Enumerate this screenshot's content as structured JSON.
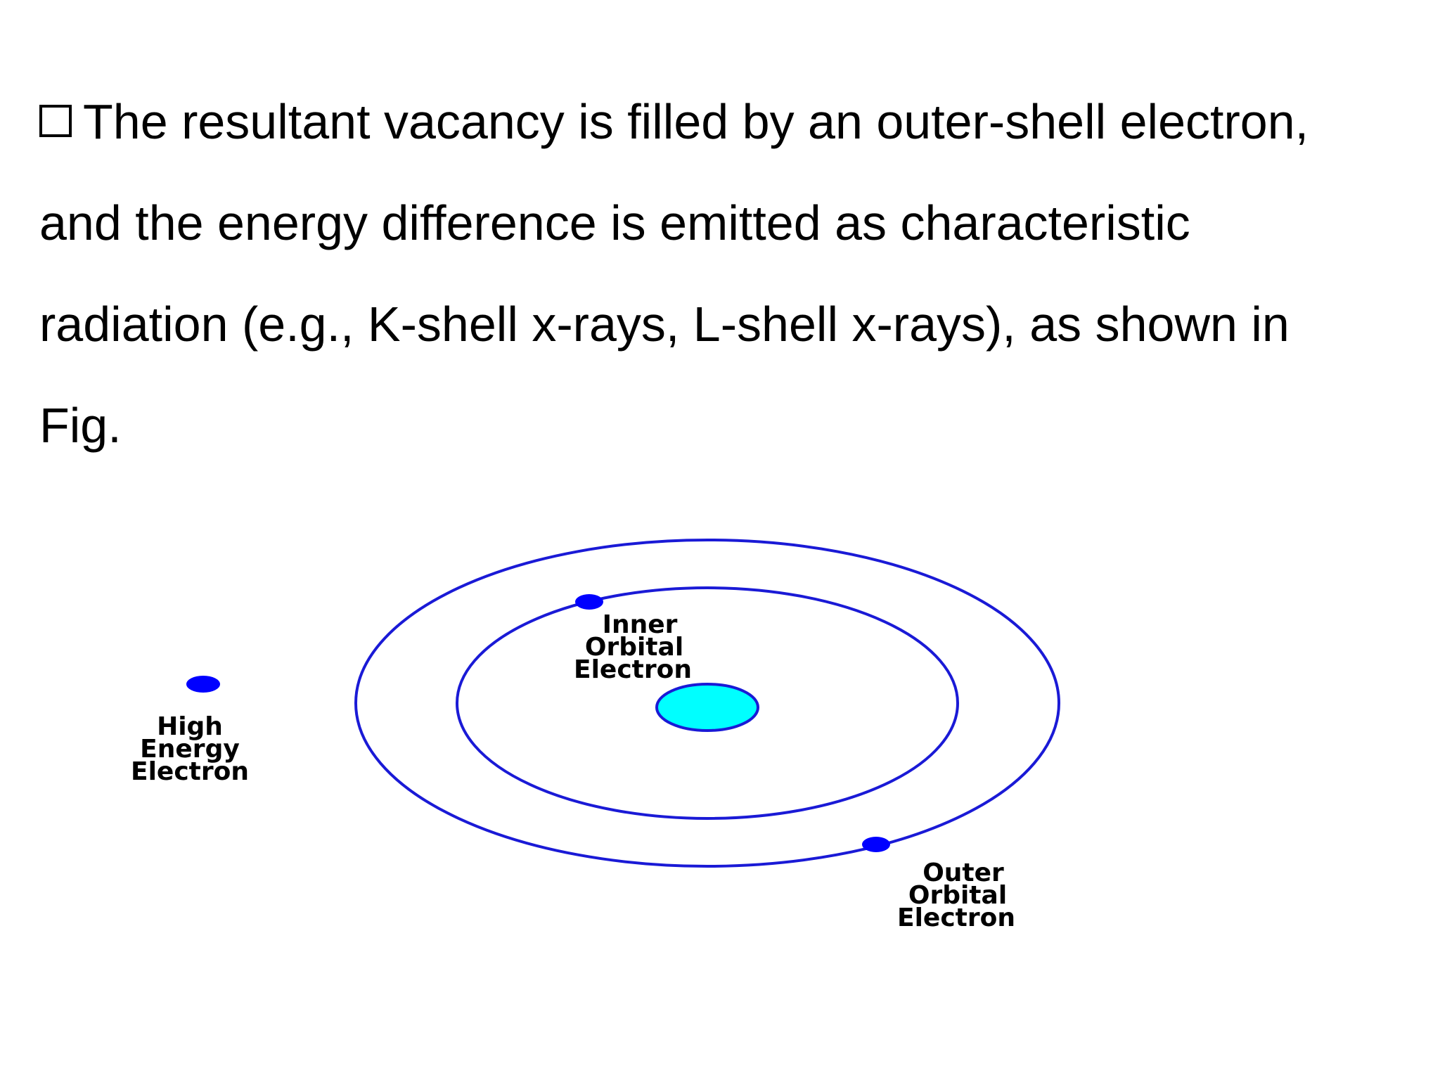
{
  "slide": {
    "lines": [
      "The resultant vacancy is filled by an outer-shell electron,",
      "and the energy difference is emitted as characteristic",
      "radiation (e.g., K-shell x-rays, L-shell x-rays), as shown in",
      "Fig."
    ],
    "bullet_icon": "hollow-square-bullet"
  },
  "diagram": {
    "colors": {
      "orbit": "#1a1ad6",
      "electron": "#0000ff",
      "nucleus_fill": "#00ffff",
      "nucleus_stroke": "#1a1ad6"
    },
    "labels": {
      "inner": [
        "Inner",
        "Orbital",
        "Electron"
      ],
      "outer": [
        "Outer",
        "Orbital",
        "Electron"
      ],
      "high_energy": [
        "High",
        "Energy",
        "Electron"
      ]
    }
  }
}
